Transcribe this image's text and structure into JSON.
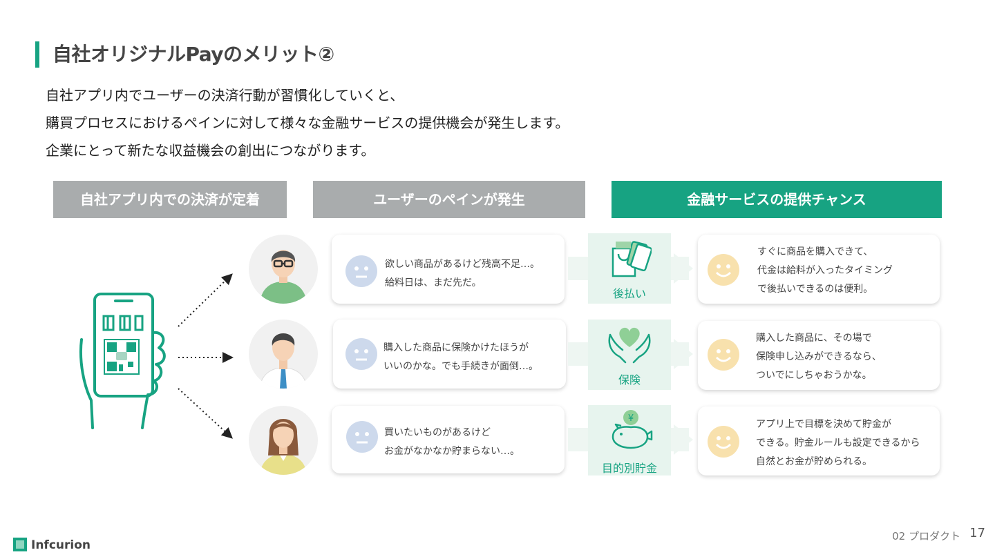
{
  "slide": {
    "title": "自社オリジナルPayのメリット②",
    "intro": [
      "自社アプリ内でユーザーの決済行動が習慣化していくと、",
      "購買プロセスにおけるペインに対して様々な金融サービスの提供機会が発生します。",
      "企業にとって新たな収益機会の創出につながります。"
    ]
  },
  "headers": {
    "col1": "自社アプリ内での決済が定着",
    "col2": "ユーザーのペインが発生",
    "col3": "金融サービスの提供チャンス"
  },
  "rows": [
    {
      "pain": [
        "欲しい商品があるけど残高不足…。",
        "給料日は、まだ先だ。"
      ],
      "service": "後払い",
      "benefit": [
        "すぐに商品を購入できて、",
        "代金は給料が入ったタイミング",
        "で後払いできるのは便利。"
      ]
    },
    {
      "pain": [
        "購入した商品に保険かけたほうが",
        "いいのかな。でも手続きが面倒…。"
      ],
      "service": "保険",
      "benefit": [
        "購入した商品に、その場で",
        "保険申し込みができるなら、",
        "ついでにしちゃおうかな。"
      ]
    },
    {
      "pain": [
        "買いたいものがあるけど",
        "お金がなかなか貯まらない…。"
      ],
      "service": "目的別貯金",
      "benefit": [
        "アプリ上で目標を決めて貯金が",
        "できる。貯金ルールも設定できるから",
        "自然とお金が貯められる。"
      ]
    }
  ],
  "footer": {
    "section": "02 プロダクト",
    "page": "17",
    "logo": "Infcurion"
  },
  "colors": {
    "accent": "#17a382",
    "header_gray": "#a9acad",
    "pain_face": "#cdd9ec",
    "happy_face": "#f8e1ad",
    "service_bg": "#e7f4ee"
  }
}
